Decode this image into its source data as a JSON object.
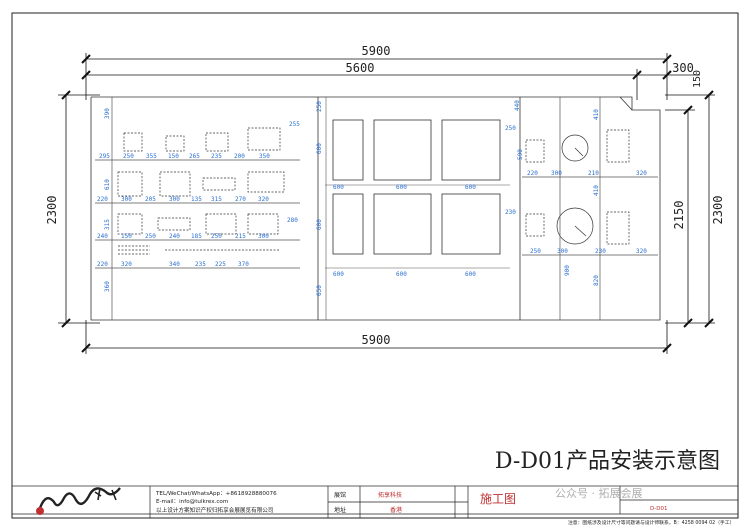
{
  "drawing": {
    "title": "D-D01产品安装示意图",
    "overall_dims": {
      "top_total": "5900",
      "top_inner": "5600",
      "top_right": "300",
      "right_small": "150",
      "left_height": "2300",
      "right_height_outer": "2300",
      "right_height_inner": "2150",
      "bottom_total": "5900"
    },
    "left_zone": {
      "vertical": [
        "390",
        "610",
        "315",
        "360"
      ],
      "top_row": [
        "295",
        "250",
        "355",
        "150",
        "265",
        "235",
        "200",
        "350"
      ],
      "row2": [
        "220",
        "300",
        "205",
        "300",
        "135",
        "315",
        "270",
        "320"
      ],
      "row3": [
        "240",
        "150",
        "250",
        "240",
        "185",
        "250",
        "215",
        "300"
      ],
      "row4": [
        "220",
        "320",
        "340",
        "235",
        "225",
        "370"
      ],
      "side": [
        "255",
        "280"
      ]
    },
    "middle_zone": {
      "top": "250",
      "left_vert": [
        "600",
        "600",
        "650"
      ],
      "row1": [
        "600",
        "600",
        "600"
      ],
      "row2": [
        "600",
        "600",
        "600"
      ]
    },
    "right_zone": {
      "top": [
        "440",
        "410"
      ],
      "left": [
        "250",
        "230"
      ],
      "row1": [
        "220",
        "300",
        "210",
        "320"
      ],
      "row2": [
        "250",
        "300",
        "230",
        "320"
      ],
      "vert": [
        "410",
        "590",
        "900",
        "820"
      ]
    },
    "company_info": {
      "line1": "TEL/WeChat/WhatsApp：+8618928880076",
      "line2": "E-mail：info@tulkrex.com",
      "line3": "以上设计方案知识产权归拓享会展展览有限公司"
    },
    "title_block": {
      "label_company": "展馆",
      "company_name": "拓享科技",
      "label_location": "地址",
      "location": "香港",
      "drawing_type": "施工图",
      "drawing_no": "D-D01",
      "watermark": "公众号 · 拓展会展",
      "note": "注意：图纸涉及设计尺寸等问题请与设计师联系，B：4258 0094 02（手工）"
    }
  }
}
